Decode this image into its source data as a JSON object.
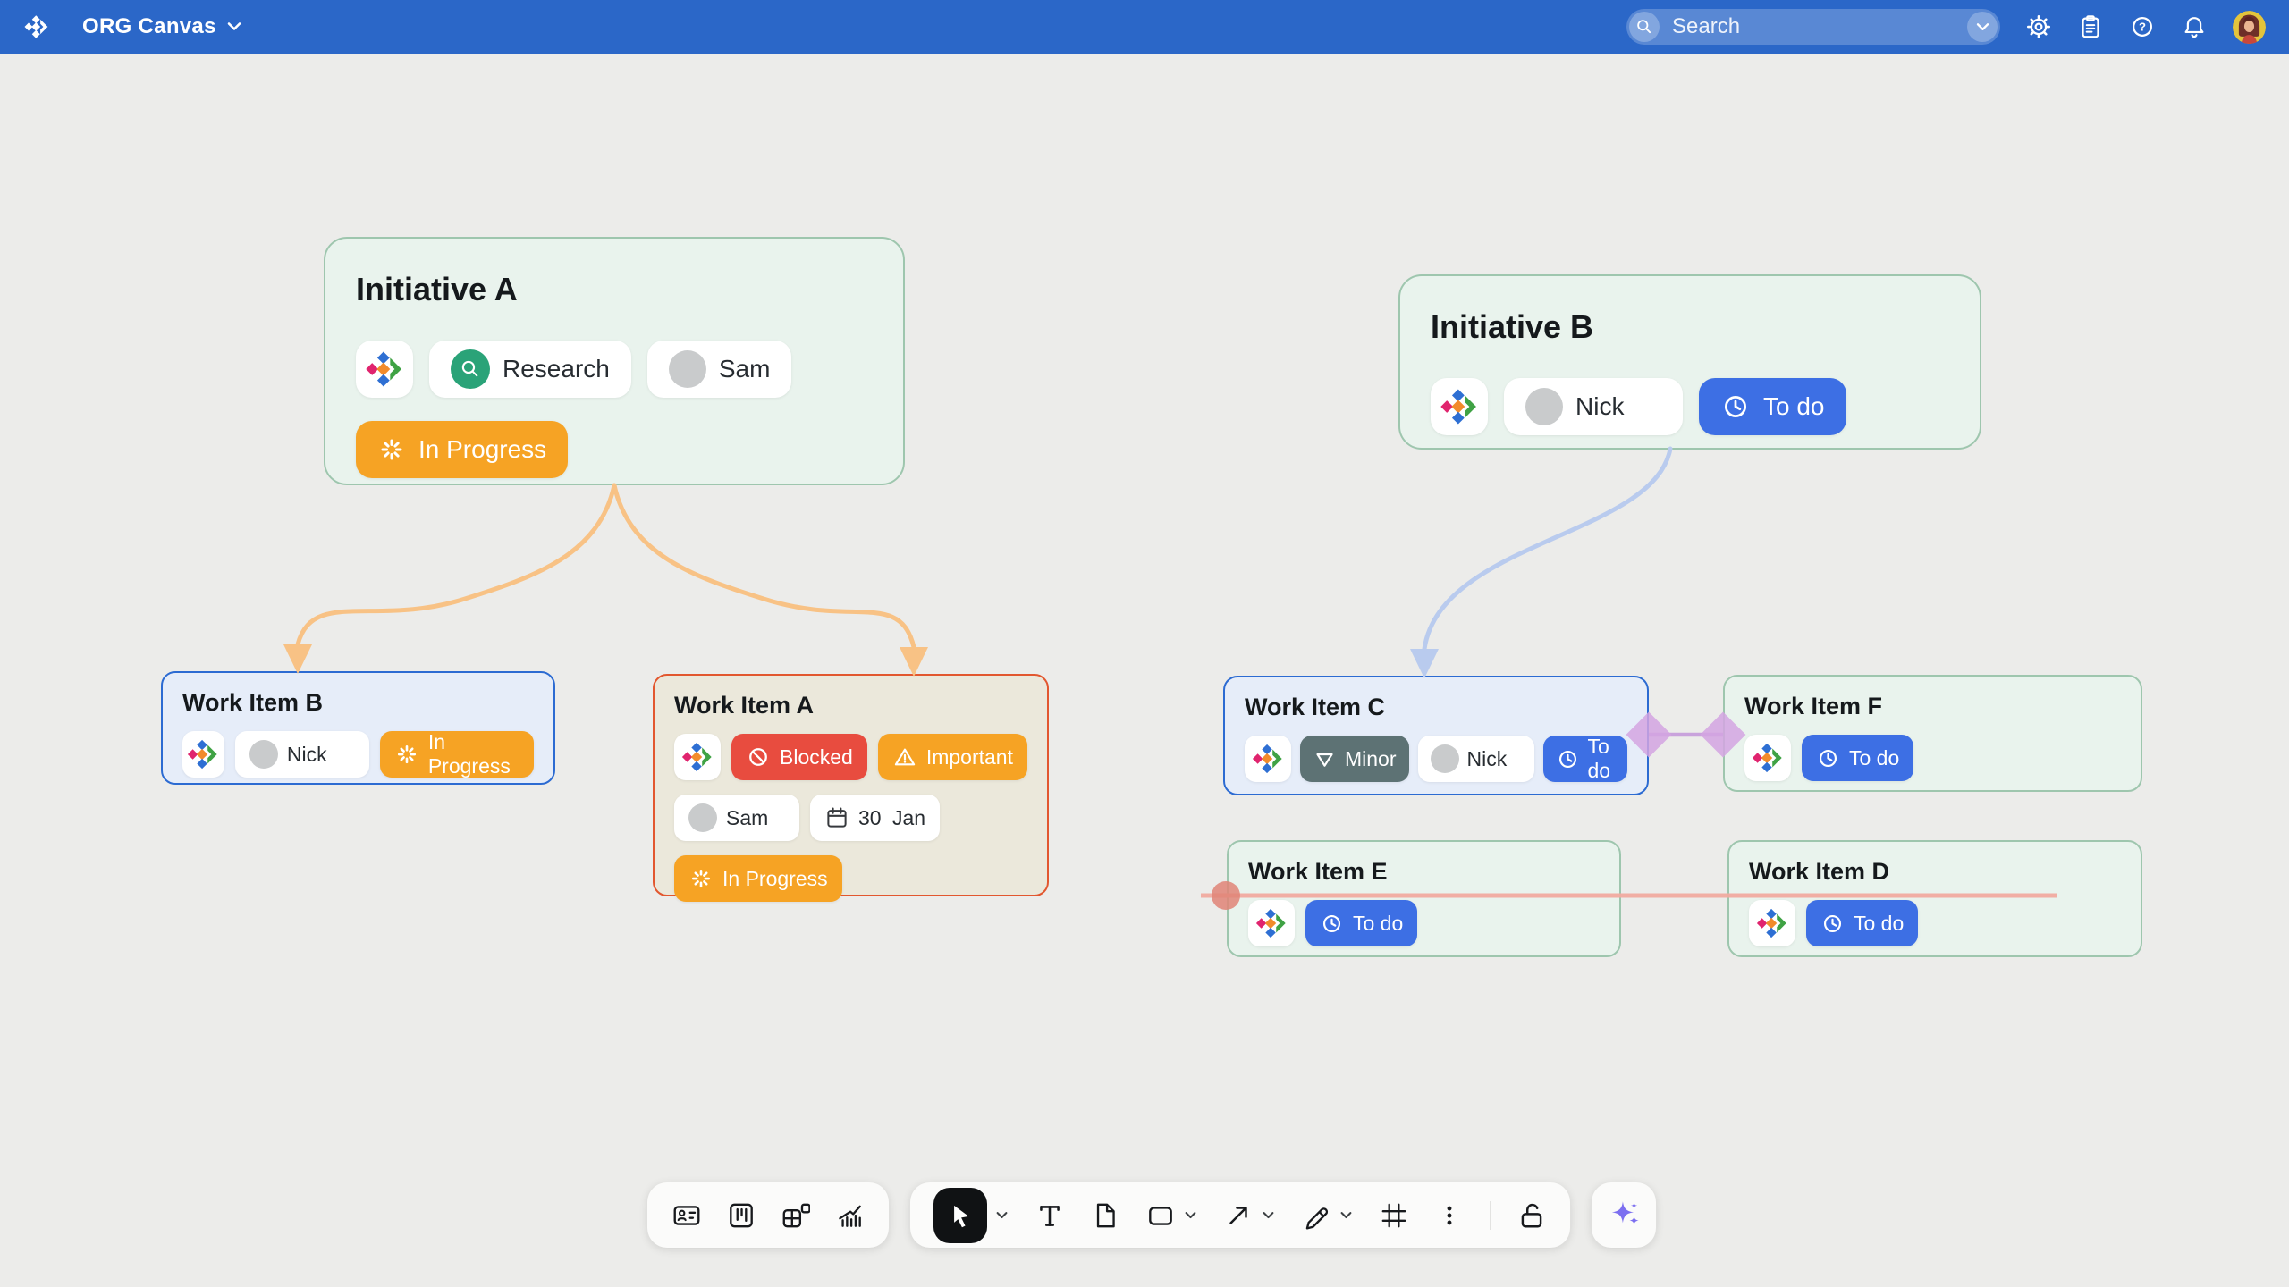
{
  "topbar": {
    "app_title": "ORG Canvas",
    "search_placeholder": "Search",
    "help_glyph": "?",
    "icons": [
      "settings-gear",
      "clipboard",
      "help",
      "notifications-bell",
      "user-avatar"
    ],
    "colors": {
      "bar_blue": "#2B67C8"
    }
  },
  "cards": {
    "initiative_a": {
      "title": "Initiative A",
      "label": "Research",
      "assignee": "Sam",
      "status": "In Progress"
    },
    "initiative_b": {
      "title": "Initiative B",
      "assignee": "Nick",
      "status": "To do"
    },
    "work_item_b": {
      "title": "Work Item B",
      "assignee": "Nick",
      "status": "In Progress"
    },
    "work_item_a": {
      "title": "Work Item A",
      "blocked_label": "Blocked",
      "important_label": "Important",
      "assignee": "Sam",
      "due_date": "30 Jan",
      "status": "In Progress"
    },
    "work_item_c": {
      "title": "Work Item C",
      "priority": "Minor",
      "assignee": "Nick",
      "status": "To do"
    },
    "work_item_f": {
      "title": "Work Item F",
      "status": "To do"
    },
    "work_item_e": {
      "title": "Work Item E",
      "status": "To do"
    },
    "work_item_d": {
      "title": "Work Item D",
      "status": "To do"
    }
  },
  "connectors": {
    "orange_fork": {
      "from": "Initiative A",
      "to": [
        "Work Item B",
        "Work Item A"
      ],
      "color": "#F8C285",
      "style": "arrow"
    },
    "blue_curve": {
      "from": "Initiative B",
      "to": [
        "Work Item C"
      ],
      "color": "#B9CBEE",
      "style": "arrow"
    },
    "purple_link": {
      "from": "Work Item C",
      "to": [
        "Work Item F"
      ],
      "color": "#C9A3DC",
      "style": "diamond-ends"
    },
    "red_line": {
      "through": [
        "Work Item E",
        "Work Item D"
      ],
      "color": "#F2ABA1",
      "style": "dot-start"
    }
  },
  "colors": {
    "status_in_progress": "#F6A324",
    "status_todo": "#3D6FE4",
    "blocked_red": "#E84C3F",
    "important_orange": "#F6A324",
    "minor_slate": "#5D7274",
    "research_green": "#2AA378",
    "mint_card": "#E9F3ED",
    "blue_card": "#E6EDF9",
    "beige_card": "#EBE8DB",
    "canvas_gray": "#ECECEA",
    "ai_purple": "#7C6FF0"
  },
  "toolbar": {
    "left_icons": [
      "id-card",
      "kanban-board",
      "layout-blocks",
      "analytics-chart"
    ],
    "main_icons": [
      "select-cursor",
      "text",
      "document",
      "shape-rectangle",
      "connector-arrow",
      "pencil",
      "frame-grid",
      "more-options",
      "lock-open"
    ],
    "ai_icon": "sparkle"
  }
}
